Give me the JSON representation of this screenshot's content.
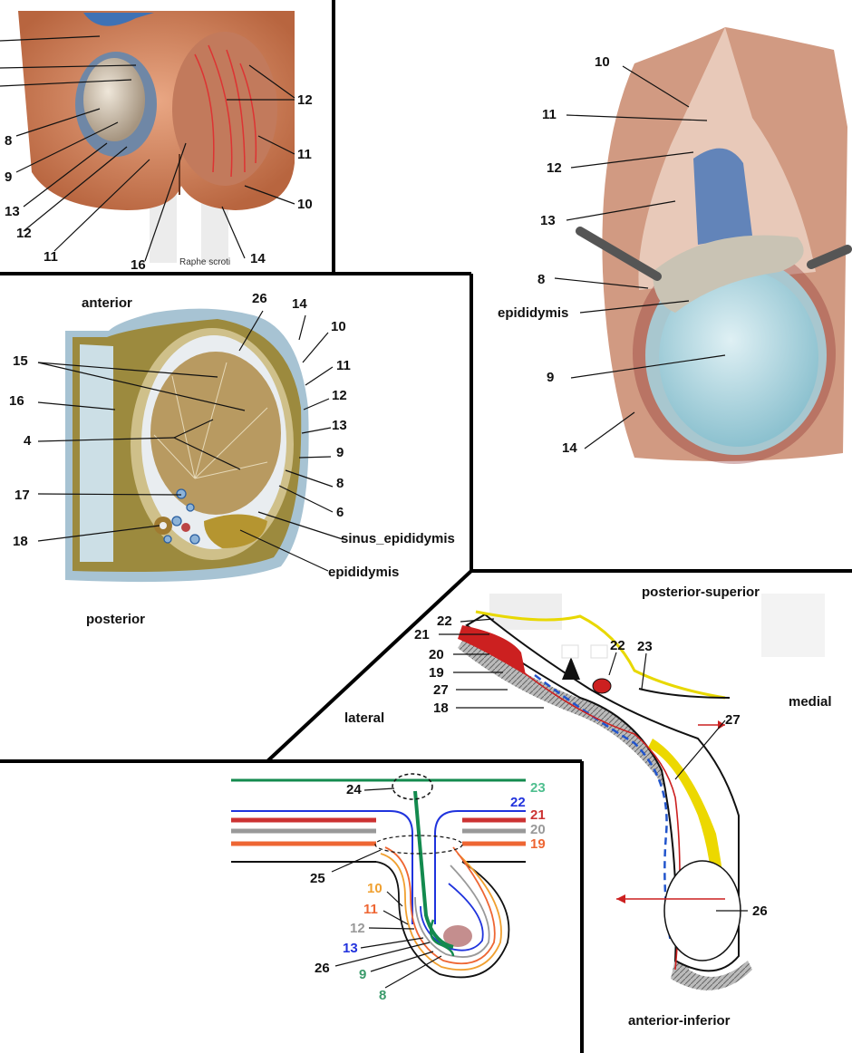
{
  "panel_top_left": {
    "small_caption": "Raphe scroti",
    "labels": [
      "8",
      "9",
      "13",
      "12",
      "11",
      "16",
      "14",
      "10",
      "11",
      "12"
    ]
  },
  "panel_top_right": {
    "labels": [
      "10",
      "11",
      "12",
      "13",
      "8",
      "epididymis",
      "9",
      "14"
    ]
  },
  "panel_cross_section": {
    "orientation": [
      "anterior",
      "posterior"
    ],
    "labels_left": [
      "15",
      "16",
      "4",
      "17",
      "18"
    ],
    "labels_top": [
      "26",
      "14"
    ],
    "labels_right": [
      "10",
      "11",
      "12",
      "13",
      "9",
      "8",
      "6",
      "sinus_epididymis",
      "epididymis"
    ]
  },
  "panel_sagittal": {
    "orientation": [
      "posterior-superior",
      "lateral",
      "medial",
      "anterior-inferior"
    ],
    "labels": [
      "22",
      "21",
      "20",
      "19",
      "27",
      "18",
      "22",
      "23",
      "27",
      "26"
    ]
  },
  "panel_schematic": {
    "labels": [
      {
        "text": "24",
        "color": "#111111"
      },
      {
        "text": "23",
        "color": "#4fbf8f"
      },
      {
        "text": "22",
        "color": "#2233dd"
      },
      {
        "text": "21",
        "color": "#cc3333"
      },
      {
        "text": "20",
        "color": "#999999"
      },
      {
        "text": "19",
        "color": "#ee6633"
      },
      {
        "text": "25",
        "color": "#111111"
      },
      {
        "text": "10",
        "color": "#f0a030"
      },
      {
        "text": "11",
        "color": "#ee6633"
      },
      {
        "text": "12",
        "color": "#999999"
      },
      {
        "text": "13",
        "color": "#2233dd"
      },
      {
        "text": "26",
        "color": "#111111"
      },
      {
        "text": "9",
        "color": "#3a9a6a"
      },
      {
        "text": "8",
        "color": "#3a9a6a"
      }
    ]
  }
}
